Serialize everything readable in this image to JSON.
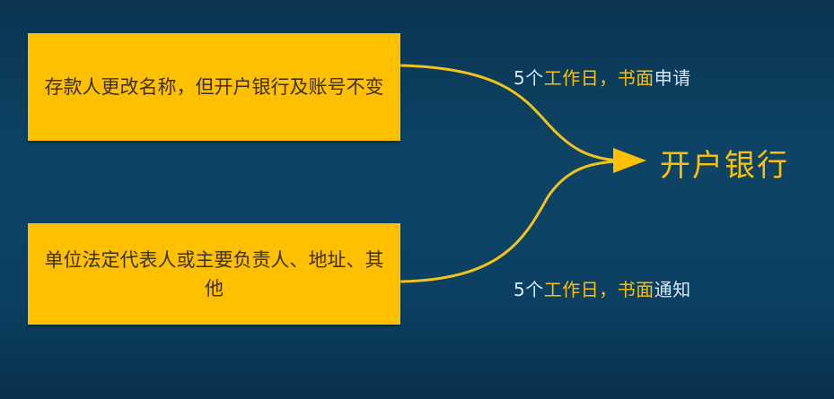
{
  "colors": {
    "background": "#0d4466",
    "box_fill": "#ffc000",
    "box_text": "#3b2f1e",
    "accent": "#ffc000",
    "light_text": "#d6eafc"
  },
  "nodes": {
    "top_box": {
      "text": "存款人更改名称，但开户银行及账号不变"
    },
    "bottom_box": {
      "text": "单位法定代表人或主要负责人、地址、其他"
    },
    "target": {
      "text": "开户银行"
    }
  },
  "edges": {
    "top": {
      "label_parts": [
        {
          "text": "5个",
          "color": "light"
        },
        {
          "text": "工作日，书面",
          "color": "accent"
        },
        {
          "text": "申请",
          "color": "light"
        }
      ]
    },
    "bottom": {
      "label_parts": [
        {
          "text": "5个",
          "color": "light"
        },
        {
          "text": "工作日，书面",
          "color": "accent"
        },
        {
          "text": "通知",
          "color": "light"
        }
      ]
    }
  }
}
